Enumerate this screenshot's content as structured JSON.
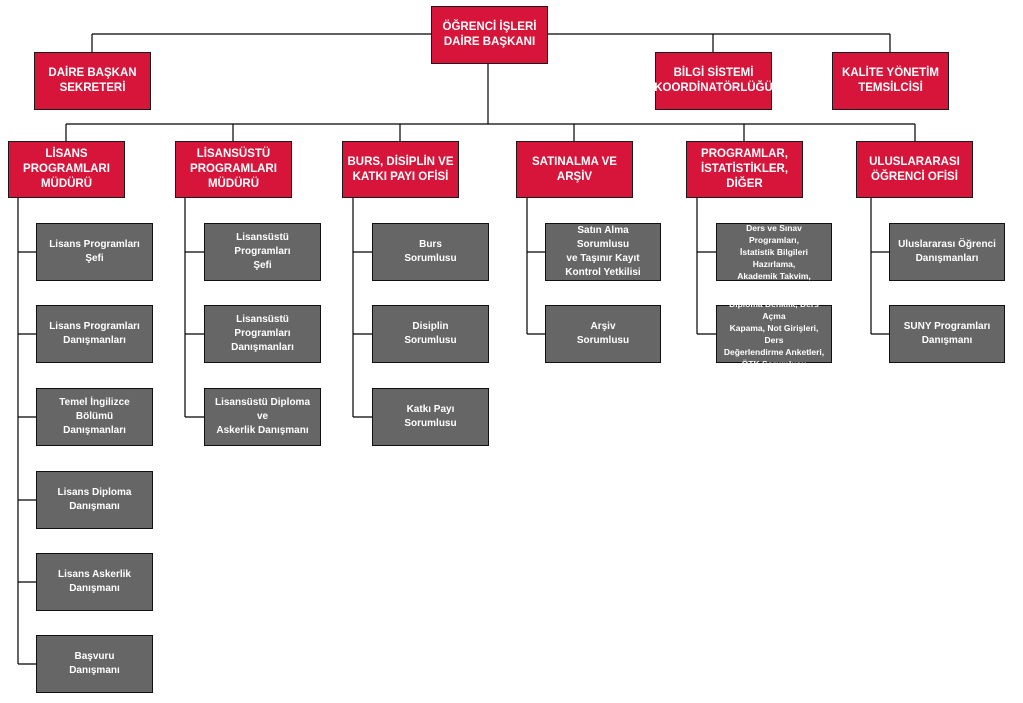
{
  "top": {
    "label": "ÖĞRENCİ İŞLERİ\nDAİRE BAŞKANI"
  },
  "staff": [
    {
      "id": "sekreter",
      "label": "DAİRE BAŞKAN\nSEKRETERİ"
    },
    {
      "id": "bilgi",
      "label": "BİLGİ SİSTEMİ\nKOORDİNATÖRLÜĞÜ"
    },
    {
      "id": "kalite",
      "label": "KALİTE YÖNETİM\nTEMSİLCİSİ"
    }
  ],
  "departments": [
    {
      "label": "LİSANS\nPROGRAMLARI\nMÜDÜRÜ",
      "units": [
        "Lisans Programları\nŞefi",
        "Lisans Programları\nDanışmanları",
        "Temel İngilizce Bölümü\nDanışmanları",
        "Lisans Diploma\nDanışmanı",
        "Lisans Askerlik\nDanışmanı",
        "Başvuru\nDanışmanı"
      ]
    },
    {
      "label": "LİSANSÜSTÜ\nPROGRAMLARI\nMÜDÜRÜ",
      "units": [
        "Lisansüstü Programları\nŞefi",
        "Lisansüstü Programları\nDanışmanları",
        "Lisansüstü Diploma ve\nAskerlik Danışmanı"
      ]
    },
    {
      "label": "BURS, DİSİPLİN VE\nKATKI PAYI OFİSİ",
      "units": [
        "Burs\nSorumlusu",
        "Disiplin\nSorumlusu",
        "Katkı Payı\nSorumlusu"
      ]
    },
    {
      "label": "SATINALMA VE ARŞİV",
      "units": [
        "Satın Alma Sorumlusu\nve Taşınır Kayıt\nKontrol Yetkilisi",
        "Arşiv\nSorumlusu"
      ]
    },
    {
      "label": "PROGRAMLAR,\nİSTATİSTİKLER, DİĞER",
      "units": [
        "Ders ve Sınav Programları,\nİstatistik Bilgileri Hazırlama,\nAkademik Takvim,",
        "Diploma Denklik, Ders Açma\nKapama, Not Girişleri, Ders\nDeğerlendirme Anketleri,\nÖTK Sorumlusu"
      ]
    },
    {
      "label": "ULUSLARARASI\nÖĞRENCİ OFİSİ",
      "units": [
        "Uluslararası Öğrenci\nDanışmanları",
        "SUNY Programları\nDanışmanı"
      ]
    }
  ]
}
